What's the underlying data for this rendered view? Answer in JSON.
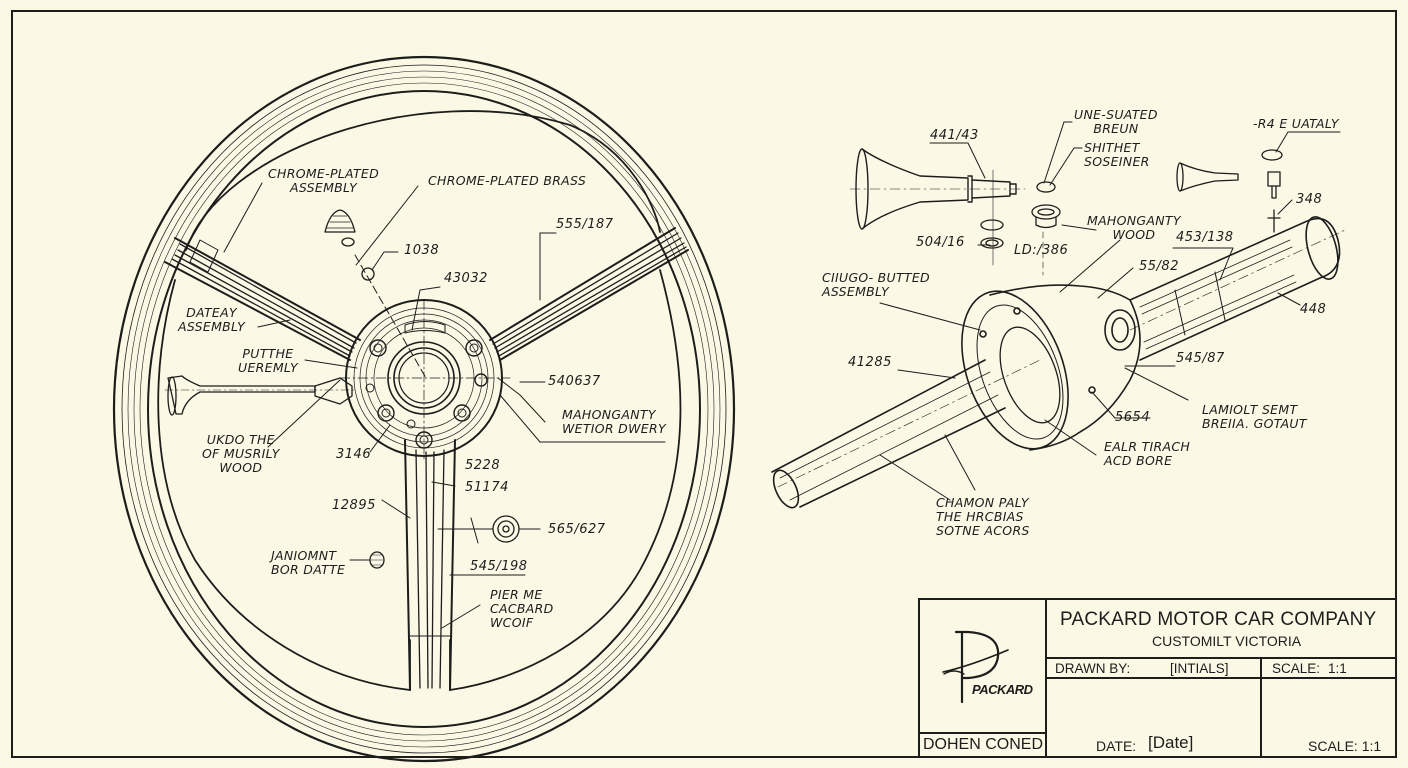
{
  "drawing": {
    "type": "engineering-drawing",
    "subject": "Steering wheel assembly and exploded steering column",
    "colors": {
      "paper": "#fbf8e6",
      "ink": "#1d1d1b"
    }
  },
  "wheel_labels": {
    "chrome_plated_assembly": "CHROME-PLATED\nASSEMBLY",
    "chrome_plated_brass": "CHROME-PLATED BRASS",
    "n1038": "1038",
    "n43032": "43032",
    "n555_187": "555/187",
    "dateny_assembly": "DATEAY\nASSEMBLY",
    "putthe_ueremly": "PUTTHE\nUEREMLY",
    "n540637": "540637",
    "mahonganty_wetior": "MAHONGANTY\nWETIOR DWERY",
    "ukdo_the": "UKDO THE\nOF MUSRILY\nWOOD",
    "n3146": "3146",
    "n5228": "5228",
    "n51174": "51174",
    "n12895": "12895",
    "n565_627": "565/627",
    "janiomnt": "JANIOMNT\nBOR DATTE",
    "n545_198": "545/198",
    "pier_me": "PIER ME\nCACBARD\nWCOIF"
  },
  "column_labels": {
    "n441_43": "441/43",
    "une_suated": "UNE-SUATED\nBREUN",
    "shithet": "SHITHET\nSOSEINER",
    "r4_uataly": "-R4 E UATALY",
    "n348": "348",
    "n504_16": "504/16",
    "n1386": "LD:/386",
    "mahonganty_wood": "MAHONGANTY\nWOOD",
    "n453_138": "453/138",
    "ciiigo_butted": "CIIUGO- BUTTED\nASSEMBLY",
    "n55_82": "55/82",
    "n448": "448",
    "n41285": "41285",
    "n545_87": "545/87",
    "n5654": "5654",
    "lamiolt": "LAMIOLT SEMT\nBREIIA. GOTAUT",
    "ealr_trach": "EALR TIRACH\nACD BORE",
    "chamon_paly": "CHAMON PALY\nTHE HRCBIAS\nSOTNE ACORS"
  },
  "title_block": {
    "logo_text": "PACKARD",
    "company": "PACKARD MOTOR CAR COMPANY",
    "model": "CUSTOMILT VICTORIA",
    "drawn_by_label": "DRAWN BY:",
    "drawn_by_value": "[INTIALS]",
    "scale_label_top": "SCALE:",
    "scale_value_top": "1:1",
    "checked_by": "DOHEN CONED",
    "date_label": "DATE:",
    "date_value": "[Date]",
    "scale_bottom": "SCALE: 1:1"
  }
}
